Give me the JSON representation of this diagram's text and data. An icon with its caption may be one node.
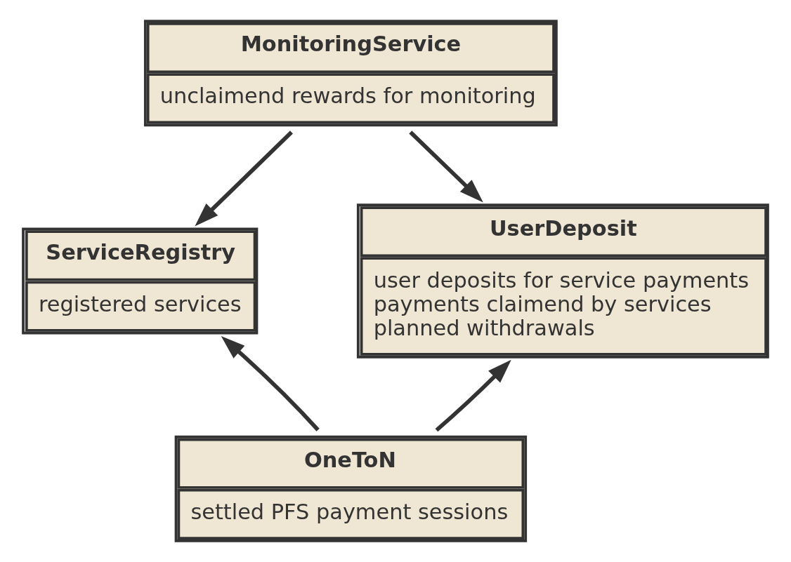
{
  "diagram": {
    "nodes": [
      {
        "text": [
          "MonitoringService",
          "unclaimend rewards for monitoring"
        ]
      },
      {
        "text": [
          "ServiceRegistry",
          "registered services"
        ]
      },
      {
        "text": [
          "UserDeposit",
          "user deposits for service payments",
          "payments claimend by services",
          "planned withdrawals"
        ]
      },
      {
        "text": [
          "OneToN",
          "settled PFS payment sessions"
        ]
      }
    ],
    "edges": [
      {
        "from": 0,
        "to": 1,
        "arrow": "to"
      },
      {
        "from": 0,
        "to": 2,
        "arrow": "to"
      },
      {
        "from": 3,
        "to": 1,
        "arrow": "to"
      },
      {
        "from": 3,
        "to": 2,
        "arrow": "to"
      }
    ]
  }
}
